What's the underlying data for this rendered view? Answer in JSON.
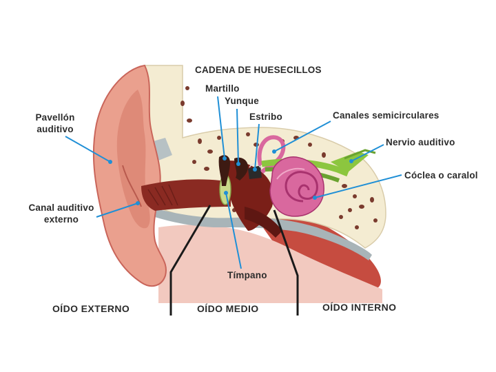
{
  "title": "CADENA DE HUESECILLOS",
  "labels": {
    "martillo": "Martillo",
    "yunque": "Yunque",
    "estribo": "Estribo",
    "canales": "Canales semicirculares",
    "nervio": "Nervio auditivo",
    "coclea": "Cóclea o caralol",
    "pabellon_1": "Pavellón",
    "pabellon_2": "auditivo",
    "canal_1": "Canal auditivo",
    "canal_2": "externo",
    "timpano": "Tímpano"
  },
  "sections": {
    "externo": "OÍDO EXTERNO",
    "medio": "OÍDO MEDIO",
    "interno": "OÍDO INTERNO"
  },
  "colors": {
    "leader": "#1f8fd6",
    "divider": "#1a1a1a",
    "skin": "#eaa08e",
    "skin_dark": "#c9655a",
    "bone": "#f4ecd2",
    "bone_spot": "#7a3b2e",
    "canal": "#8a2a22",
    "cochlea": "#d9689e",
    "nerve": "#8cc63f",
    "gray": "#a8b4b8"
  }
}
